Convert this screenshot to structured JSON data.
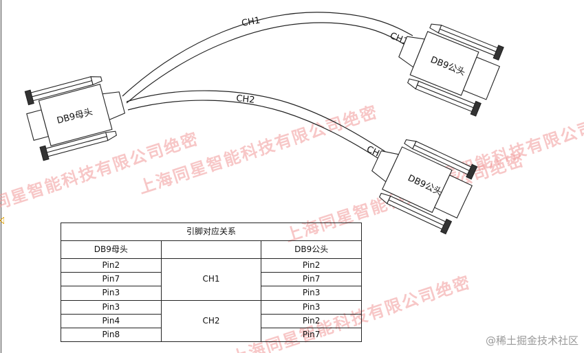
{
  "diagram": {
    "labels": {
      "female_connector": "DB9母头",
      "male_connector_top": "DB9公头",
      "male_connector_bottom": "DB9公头",
      "ch1_cable": "CH1",
      "ch1_near_connector": "CH1",
      "ch2_cable": "CH2",
      "ch2_near_connector": "CH2"
    },
    "watermarks": [
      "上海同星智能科技有限公司绝密",
      "同星智能科技有限公司绝密",
      "上海同星智能科技有限公司绝密",
      "同星智能科技有限公司绝",
      "上海同星智能科技有限公司绝密"
    ]
  },
  "table": {
    "title": "引脚对应关系",
    "headers": [
      "DB9母头",
      "",
      "DB9公头"
    ],
    "groups": [
      {
        "channel": "CH1",
        "rows": [
          [
            "Pin2",
            "Pin2"
          ],
          [
            "Pin7",
            "Pin7"
          ],
          [
            "Pin3",
            "Pin3"
          ]
        ]
      },
      {
        "channel": "CH2",
        "rows": [
          [
            "Pin3",
            "Pin3"
          ],
          [
            "Pin4",
            "Pin2"
          ],
          [
            "Pin8",
            "Pin7"
          ]
        ]
      }
    ]
  },
  "credit": "@稀土掘金技术社区"
}
